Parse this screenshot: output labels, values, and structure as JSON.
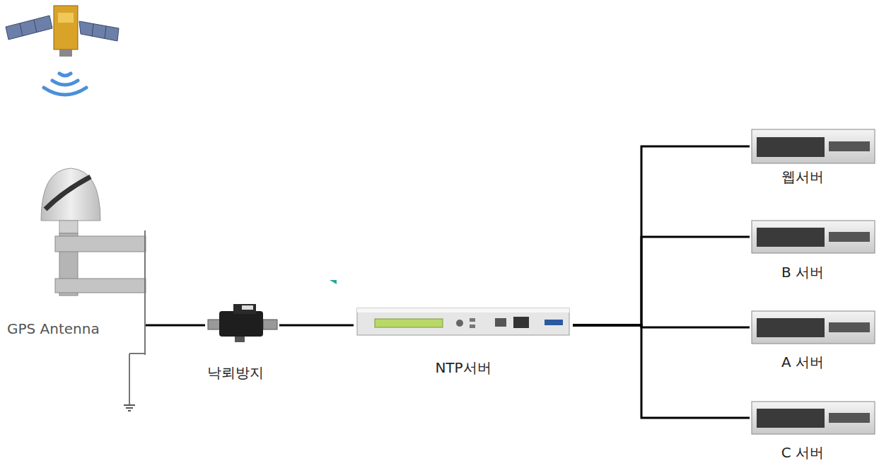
{
  "diagram": {
    "nodes": [
      {
        "text": [
          "GPS Antenna"
        ]
      },
      {
        "text": [
          "낙뢰방지"
        ]
      },
      {
        "text": [
          "NTP서버"
        ]
      },
      {
        "text": [
          "웹서버"
        ]
      },
      {
        "text": [
          "B 서버"
        ]
      },
      {
        "text": [
          "A 서버"
        ]
      },
      {
        "text": [
          "C 서버"
        ]
      }
    ],
    "edges": [
      {
        "from": 0,
        "to": 1,
        "arrow": "none"
      },
      {
        "from": 1,
        "to": 2,
        "arrow": "none"
      },
      {
        "from": 2,
        "to": 3,
        "arrow": "none"
      },
      {
        "from": 2,
        "to": 4,
        "arrow": "none"
      },
      {
        "from": 2,
        "to": 5,
        "arrow": "none"
      },
      {
        "from": 2,
        "to": 6,
        "arrow": "none"
      }
    ]
  }
}
